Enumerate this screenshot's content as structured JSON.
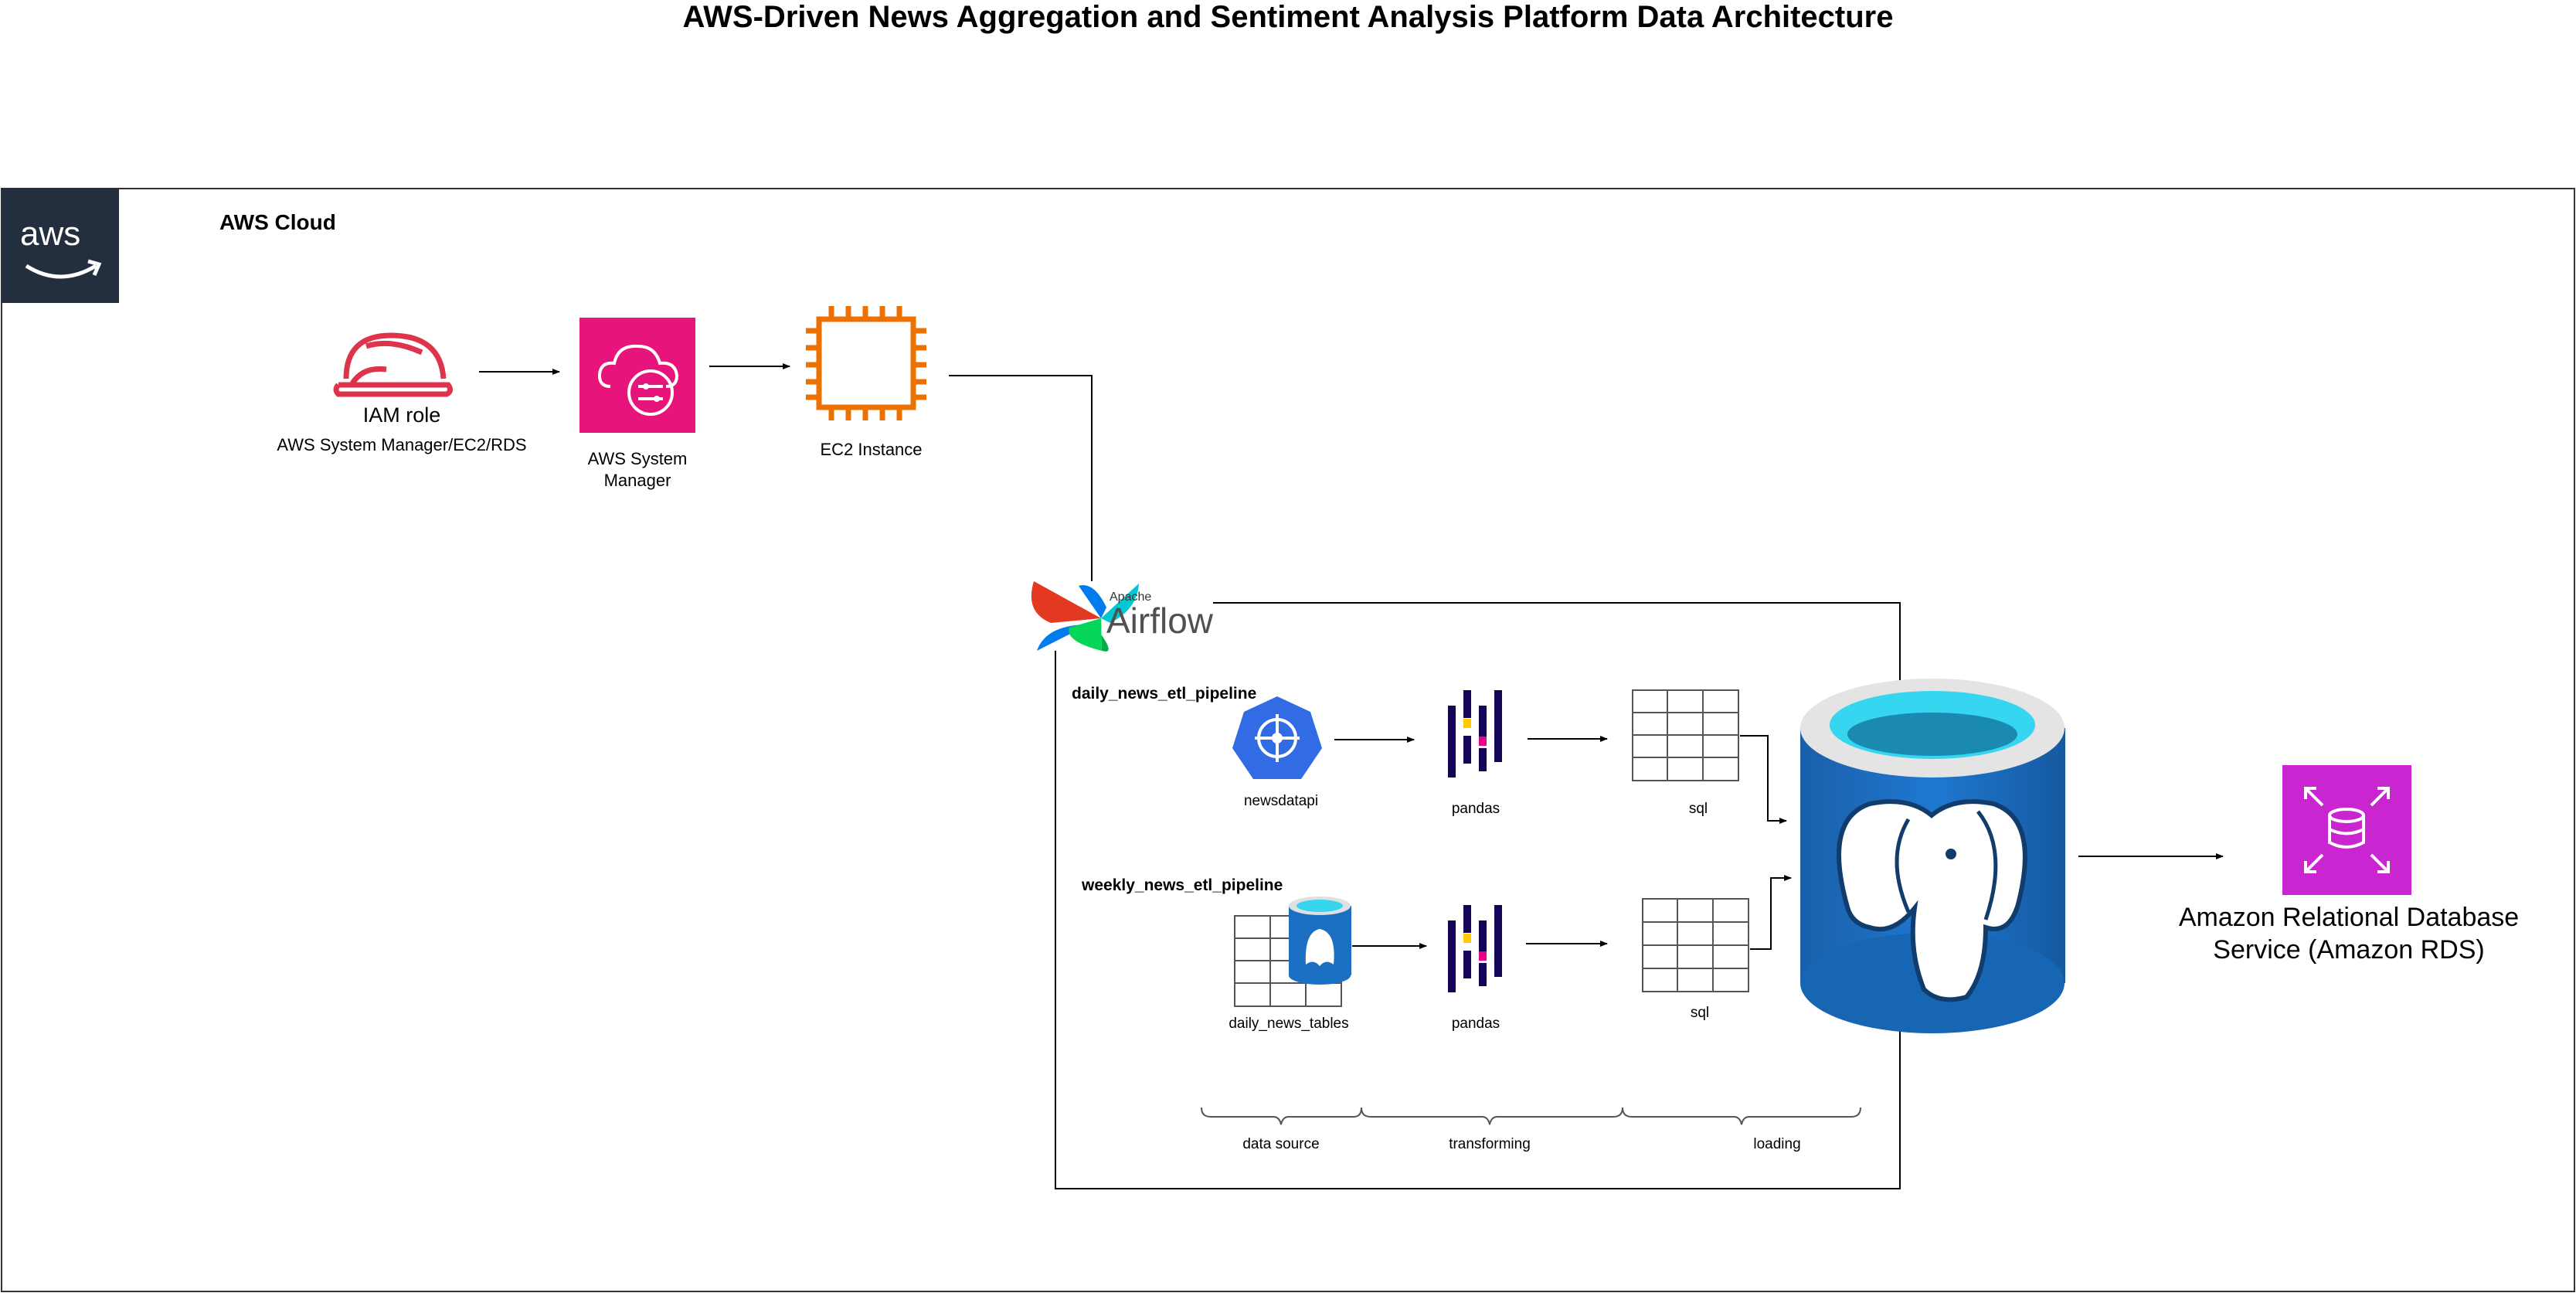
{
  "title": "AWS-Driven News Aggregation and Sentiment Analysis Platform Data Architecture",
  "cloud": {
    "label": "AWS Cloud",
    "logo_text": "aws"
  },
  "nodes": {
    "iam": {
      "label": "IAM role",
      "sublabel": "AWS System Manager/EC2/RDS"
    },
    "ssm": {
      "label": "AWS System Manager"
    },
    "ec2": {
      "label": "EC2 Instance"
    },
    "airflow": {
      "brand_top": "Apache",
      "brand": "Airflow"
    },
    "rds": {
      "label": "Amazon Relational Database Service (Amazon RDS)"
    }
  },
  "pipelines": [
    {
      "name": "daily_news_etl_pipeline",
      "source": "newsdatapi",
      "transform": "pandas",
      "load": "sql"
    },
    {
      "name": "weekly_news_etl_pipeline",
      "source": "daily_news_tables",
      "transform": "pandas",
      "load": "sql"
    }
  ],
  "stages": [
    "data source",
    "transforming",
    "loading"
  ],
  "colors": {
    "aws_dark": "#232F3E",
    "iam_red": "#DD344C",
    "ssm_pink": "#E7157B",
    "ec2_orange": "#ED7100",
    "kube_blue": "#326CE5",
    "pg_blue": "#1C70C4",
    "pg_cyan": "#36D6F0",
    "rds_purple": "#C925D1",
    "pandas_navy": "#150458",
    "pandas_yellow": "#FFCA00",
    "pandas_pink": "#E70488"
  }
}
